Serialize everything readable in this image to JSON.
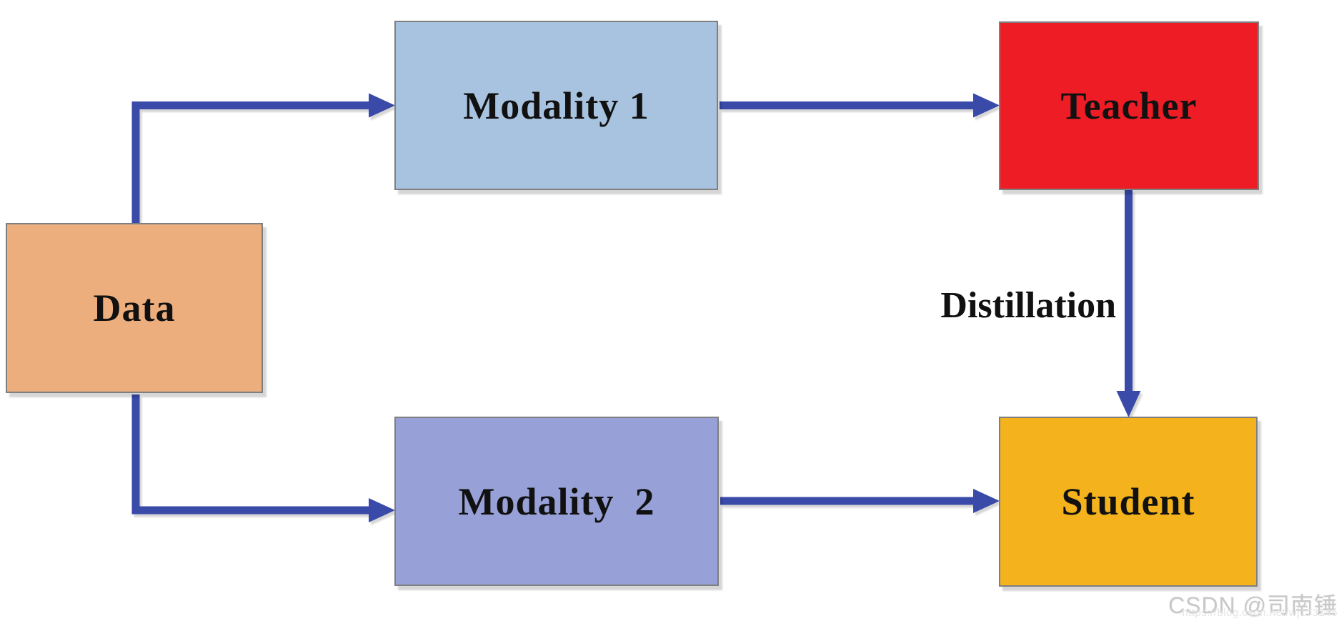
{
  "page": {
    "background": "#ffffff"
  },
  "diagram": {
    "arrow_color": "#3A4AA9",
    "border_color": "#7f7f7f",
    "text_color": "#111111",
    "nodes": [
      {
        "id": "data",
        "label": "Data",
        "fill": "#ECAE7D"
      },
      {
        "id": "modality-1",
        "label": "Modality 1",
        "fill": "#A8C3E0"
      },
      {
        "id": "modality-2",
        "label": "Modality  2",
        "fill": "#98A1D7"
      },
      {
        "id": "teacher",
        "label": "Teacher",
        "fill": "#EE1C25"
      },
      {
        "id": "student",
        "label": "Student",
        "fill": "#F4B31C"
      }
    ],
    "edges": [
      {
        "from": "data",
        "to": "modality-1",
        "label": ""
      },
      {
        "from": "modality-1",
        "to": "teacher",
        "label": ""
      },
      {
        "from": "data",
        "to": "modality-2",
        "label": ""
      },
      {
        "from": "modality-2",
        "to": "student",
        "label": ""
      },
      {
        "from": "teacher",
        "to": "student",
        "label": "Distillation"
      }
    ]
  },
  "watermark": {
    "line1": "CSDN @司南锤",
    "line2": "https://blog.csdn.net/wj173146"
  }
}
